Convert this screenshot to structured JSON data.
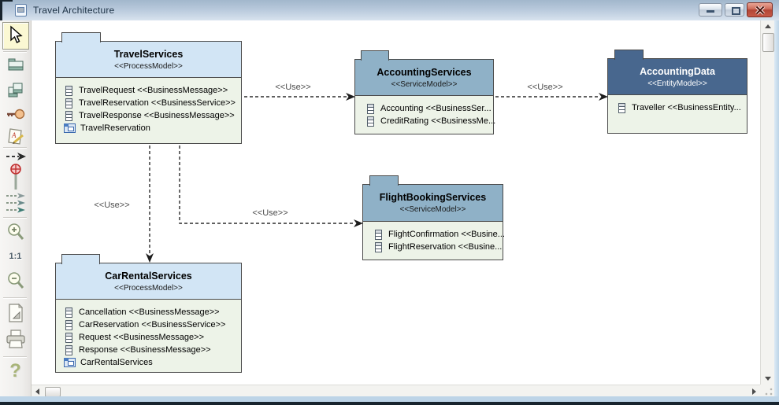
{
  "colors": {
    "titlebar-top": "#a2b7cc",
    "titlebar-bottom": "#d8e3ee",
    "title-text": "#1c3144",
    "pkg-header-light": "#d2e5f5",
    "pkg-header-medium": "#8fb1c7",
    "pkg-header-dark": "#48678e",
    "pkg-body": "#edf3e8",
    "pkg-border": "#4a4a4a",
    "connector": "#2b2b2b",
    "label-text": "#4d4d4d",
    "window-frame": "#bdd4e7",
    "frame-dark": "#18242e"
  },
  "titlebar": {
    "title": "Travel Architecture"
  },
  "toolbar": {
    "one_to_one_label": "1:1",
    "items": [
      "select",
      "package",
      "copy",
      "link",
      "edit-note",
      "dependency",
      "interface",
      "relations",
      "zoom-in",
      "zoom-actual-size",
      "zoom-out",
      "page-preview",
      "print",
      "help"
    ]
  },
  "diagram": {
    "packages": [
      {
        "title": "TravelServices",
        "stereotype": "<<ProcessModel>>",
        "items": [
          {
            "icon": "message",
            "label": "TravelRequest <<BusinessMessage>>"
          },
          {
            "icon": "message",
            "label": "TravelReservation <<BusinessService>>"
          },
          {
            "icon": "message",
            "label": "TravelResponse <<BusinessMessage>>"
          },
          {
            "icon": "diagram",
            "label": "TravelReservation"
          }
        ]
      },
      {
        "title": "AccountingServices",
        "stereotype": "<<ServiceModel>>",
        "items": [
          {
            "icon": "message",
            "label": "Accounting <<BusinessSer..."
          },
          {
            "icon": "message",
            "label": "CreditRating <<BusinessMe..."
          }
        ]
      },
      {
        "title": "AccountingData",
        "stereotype": "<<EntityModel>>",
        "items": [
          {
            "icon": "message",
            "label": "Traveller <<BusinessEntity..."
          }
        ]
      },
      {
        "title": "FlightBookingServices",
        "stereotype": "<<ServiceModel>>",
        "items": [
          {
            "icon": "message",
            "label": "FlightConfirmation <<Busine..."
          },
          {
            "icon": "message",
            "label": "FlightReservation <<Busine..."
          }
        ]
      },
      {
        "title": "CarRentalServices",
        "stereotype": "<<ProcessModel>>",
        "items": [
          {
            "icon": "message",
            "label": "Cancellation <<BusinessMessage>>"
          },
          {
            "icon": "message",
            "label": "CarReservation <<BusinessService>>"
          },
          {
            "icon": "message",
            "label": "Request <<BusinessMessage>>"
          },
          {
            "icon": "message",
            "label": "Response <<BusinessMessage>>"
          },
          {
            "icon": "diagram",
            "label": "CarRentalServices"
          }
        ]
      }
    ],
    "connectors": [
      {
        "from": "TravelServices",
        "to": "AccountingServices",
        "label": "<<Use>>"
      },
      {
        "from": "AccountingServices",
        "to": "AccountingData",
        "label": "<<Use>>"
      },
      {
        "from": "TravelServices",
        "to": "CarRentalServices",
        "label": "<<Use>>"
      },
      {
        "from": "TravelServices",
        "to": "FlightBookingServices",
        "label": "<<Use>>"
      }
    ]
  }
}
